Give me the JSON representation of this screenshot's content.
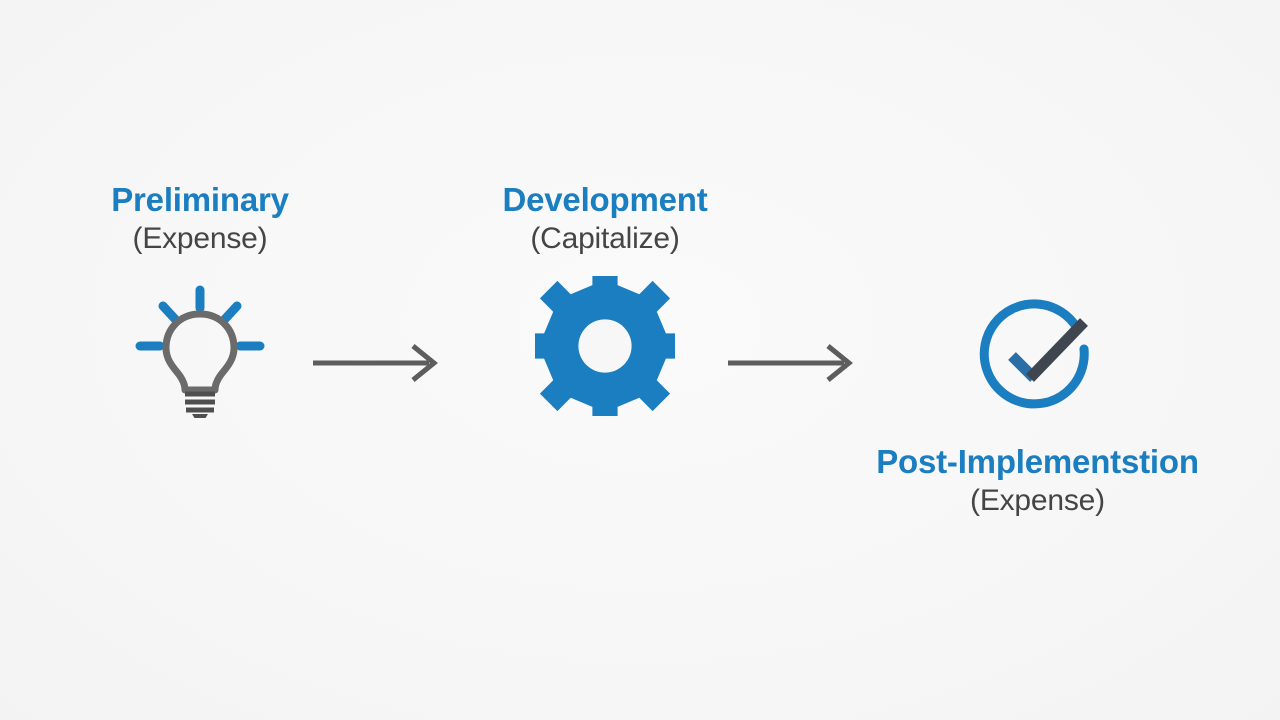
{
  "diagram": {
    "title": "Software development cost stages flow",
    "background_color": "#f7f7f7",
    "accent_blue": "#1a7ec0",
    "label_gray": "#454545",
    "arrow_gray": "#5d5d5d",
    "steps": [
      {
        "id": "preliminary",
        "title": "Preliminary",
        "subtitle": "(Expense)",
        "icon": "lightbulb-icon",
        "label_position": "above"
      },
      {
        "id": "development",
        "title": "Development",
        "subtitle": "(Capitalize)",
        "icon": "gear-icon",
        "label_position": "above"
      },
      {
        "id": "post-implementation",
        "title": "Post-Implementstion",
        "subtitle": "(Expense)",
        "icon": "check-circle-icon",
        "label_position": "below"
      }
    ],
    "connectors": [
      {
        "id": "arrow-1",
        "from": "preliminary",
        "to": "development",
        "icon": "arrow-right-icon"
      },
      {
        "id": "arrow-2",
        "from": "development",
        "to": "post-implementation",
        "icon": "arrow-right-icon"
      }
    ]
  }
}
